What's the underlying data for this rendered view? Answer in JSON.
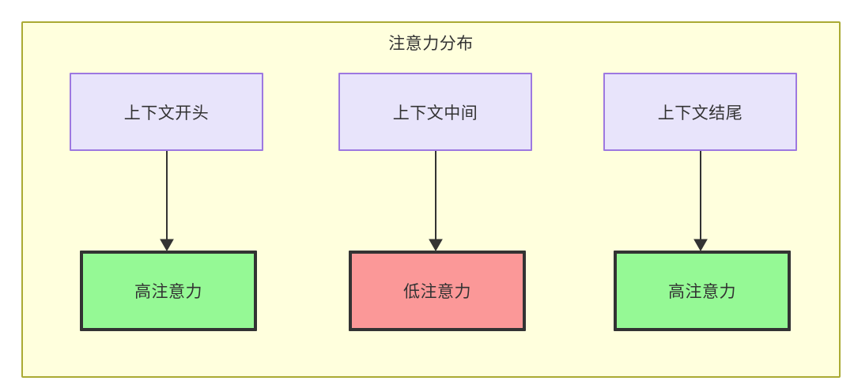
{
  "diagram": {
    "type": "flowchart",
    "container": {
      "title": "注意力分布",
      "fill_color": "#ffffdd",
      "border_color": "#aaaa33"
    },
    "source_nodes": [
      {
        "id": "ctx-start",
        "label": "上下文开头",
        "fill_color": "#e8e4fb",
        "border_color": "#9d78e0"
      },
      {
        "id": "ctx-middle",
        "label": "上下文中间",
        "fill_color": "#e8e4fb",
        "border_color": "#9d78e0"
      },
      {
        "id": "ctx-end",
        "label": "上下文结尾",
        "fill_color": "#e8e4fb",
        "border_color": "#9d78e0"
      }
    ],
    "result_nodes": [
      {
        "id": "attn-high-start",
        "label": "高注意力",
        "fill_color": "#95f995",
        "border_color": "#333333"
      },
      {
        "id": "attn-low-middle",
        "label": "低注意力",
        "fill_color": "#fb9898",
        "border_color": "#333333"
      },
      {
        "id": "attn-high-end",
        "label": "高注意力",
        "fill_color": "#95f995",
        "border_color": "#333333"
      }
    ],
    "edges": [
      {
        "from": "ctx-start",
        "to": "attn-high-start",
        "label": "",
        "arrow": "arrow-down-icon",
        "color": "#333333"
      },
      {
        "from": "ctx-middle",
        "to": "attn-low-middle",
        "label": "",
        "arrow": "arrow-down-icon",
        "color": "#333333"
      },
      {
        "from": "ctx-end",
        "to": "attn-high-end",
        "label": "",
        "arrow": "arrow-down-icon",
        "color": "#333333"
      }
    ]
  }
}
